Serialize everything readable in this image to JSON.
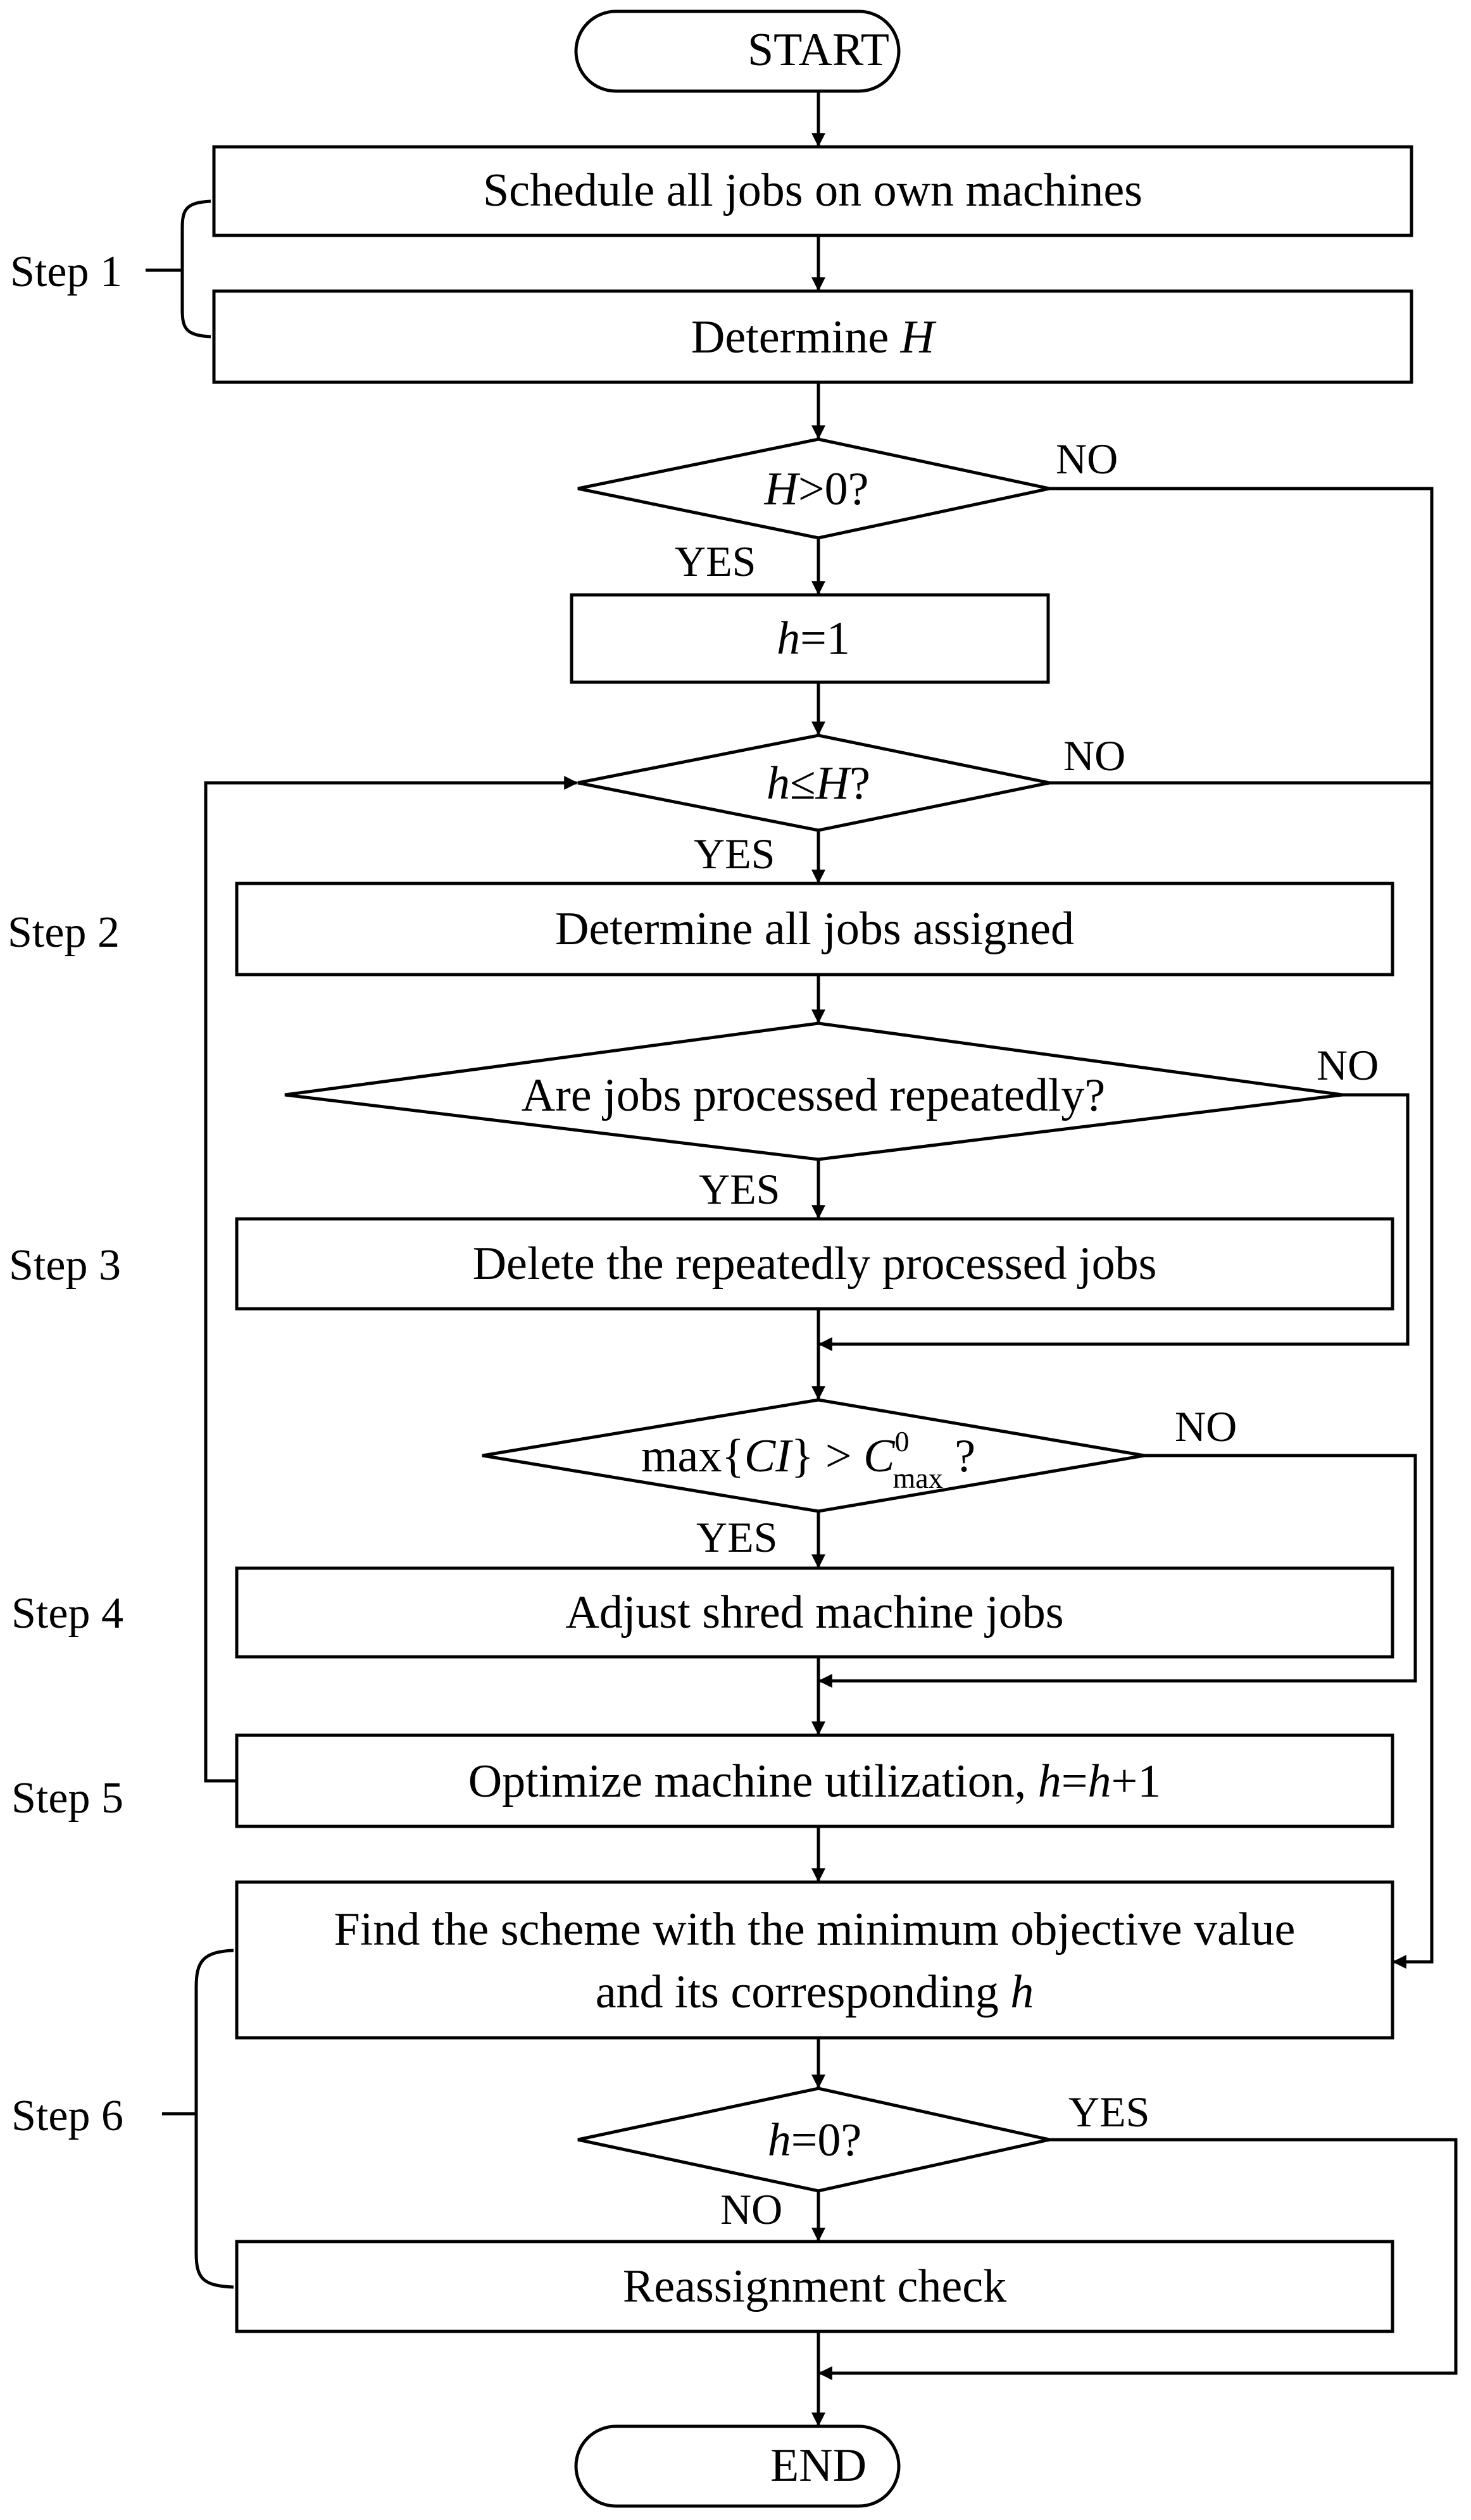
{
  "nodes": {
    "start": "START",
    "schedule": "Schedule all jobs on own machines",
    "determine_h": "Determine ",
    "determine_h_var": "H",
    "cond_h_pos_var": "H",
    "cond_h_pos_rest": ">0?",
    "init_h_var": "h",
    "init_h_rest": "=1",
    "cond_loop_a": "h",
    "cond_loop_b": "≤",
    "cond_loop_c": "H",
    "cond_loop_d": "?",
    "assign": "Determine all jobs assigned",
    "cond_repeat": "Are jobs processed repeatedly?",
    "delete": "Delete the repeatedly processed jobs",
    "cond_max_a": "max{",
    "cond_max_b": "CI",
    "cond_max_c": "} > ",
    "cond_max_d": "C",
    "cond_max_sup": "0",
    "cond_max_sub": "max",
    "cond_max_e": " ?",
    "adjust": "Adjust shred machine jobs",
    "optimize_a": "Optimize machine utilization, ",
    "optimize_b": "h",
    "optimize_c": "=",
    "optimize_d": "h",
    "optimize_e": "+1",
    "find_line1": "Find the scheme with the minimum objective value",
    "find_line2_a": "and its corresponding ",
    "find_line2_b": "h",
    "cond_zero_a": "h",
    "cond_zero_b": "=0?",
    "reassign": "Reassignment check",
    "end": "END"
  },
  "branches": {
    "yes": "YES",
    "no": "NO"
  },
  "steps": [
    "Step 1",
    "Step 2",
    "Step 3",
    "Step 4",
    "Step 5",
    "Step 6"
  ]
}
